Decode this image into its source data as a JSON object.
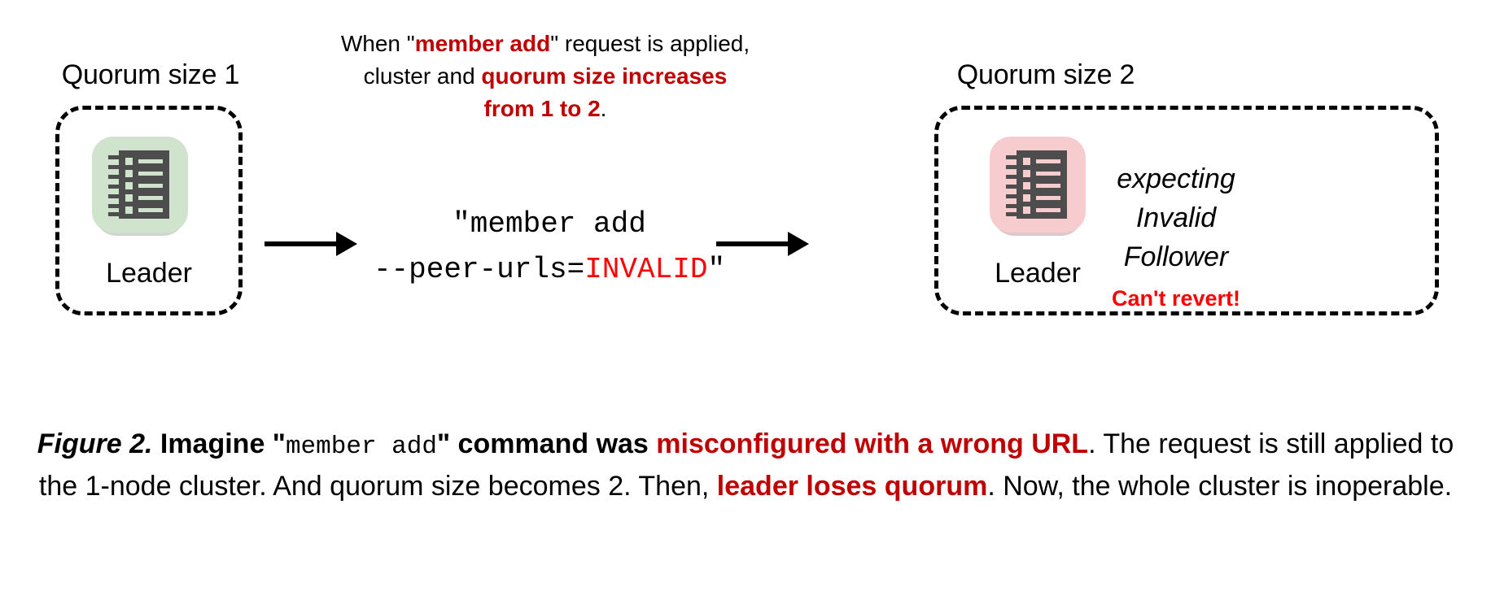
{
  "figure": {
    "left_cluster": {
      "title": "Quorum size 1",
      "node_label": "Leader",
      "node_icon": "server-rack-icon",
      "node_color": "#cfe3cd",
      "node_shadow_color": "#a6b7a3",
      "rack_color": "#4d4d4d"
    },
    "right_cluster": {
      "title": "Quorum size 2",
      "node_label": "Leader",
      "node_icon": "server-rack-icon",
      "node_color": "#f7ccce",
      "node_shadow_color": "#c39a9c",
      "rack_color": "#4d4d4d",
      "status_line_1": "expecting",
      "status_line_2": "Invalid",
      "status_line_3": "Follower",
      "warning": "Can't revert!"
    },
    "top_note": {
      "line1_part1": "When \"",
      "line1_emphasis": "member add",
      "line1_part2": "\" request is applied,",
      "line2_part1": "cluster and ",
      "line2_emphasis": "quorum size increases",
      "line3_emphasis": "from 1 to 2",
      "line3_part2": "."
    },
    "command": {
      "line1": "\"member add",
      "line2_prefix": "--peer-urls=",
      "line2_value": "INVALID",
      "line2_suffix": "\""
    },
    "caption": {
      "label": "Figure 2.",
      "seg1": " Imagine \"",
      "seg_mono": "member add",
      "seg2": "\" command was ",
      "seg_emph1": "misconfigured with a wrong URL",
      "seg3": ". The request is still applied to the 1-node cluster. And quorum size becomes 2. Then, ",
      "seg_emph2": "leader loses quorum",
      "seg4": ". Now, the whole cluster is inoperable."
    },
    "colors": {
      "emphasis_red": "#c00000",
      "bright_red": "#ff0000",
      "stroke": "#000000",
      "background": "#ffffff"
    }
  }
}
